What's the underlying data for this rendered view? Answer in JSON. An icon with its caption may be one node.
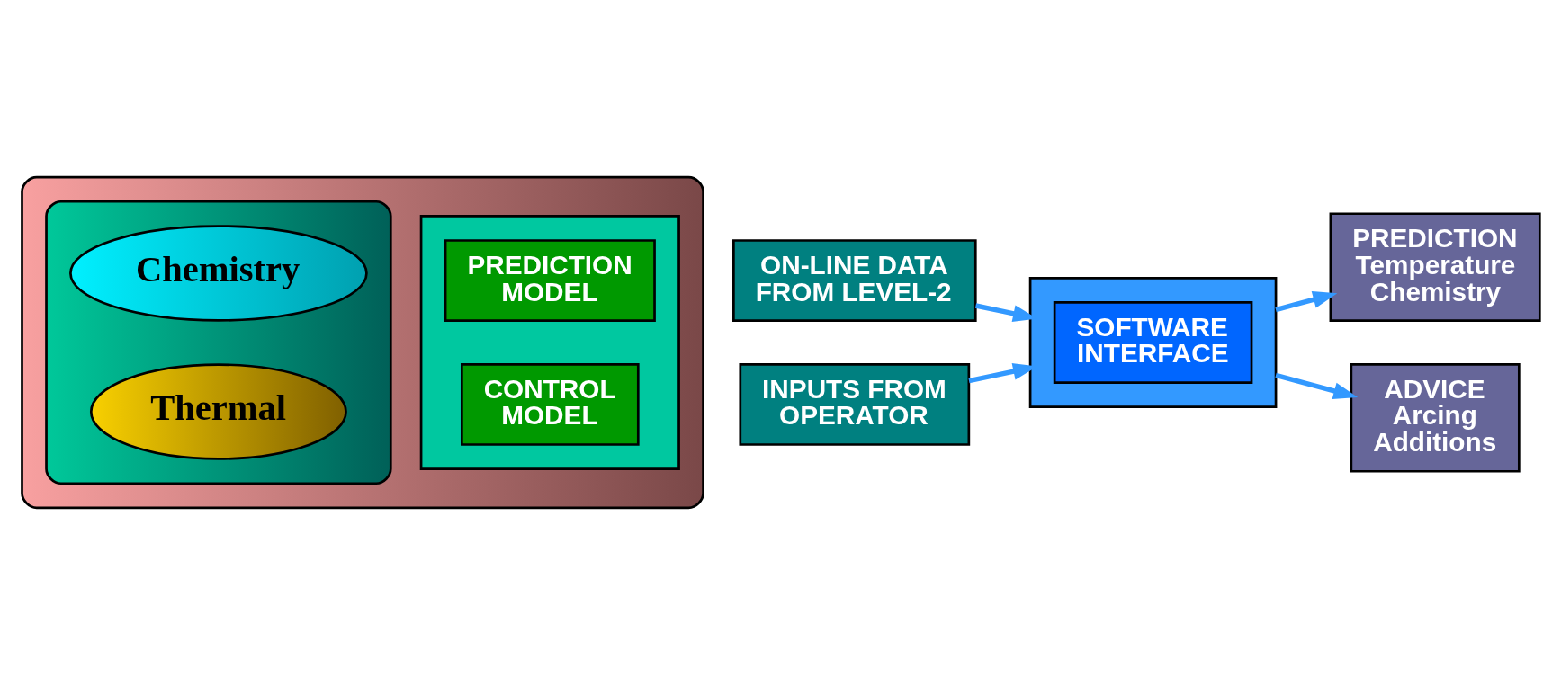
{
  "diagram": {
    "nodes": [
      {
        "text": [],
        "shape": "arrow"
      },
      {
        "text": [],
        "shape": "pentagon",
        "in": 0
      },
      {
        "text": [
          "Chemistry"
        ],
        "in": 1
      },
      {
        "text": [
          "Thermal"
        ],
        "in": 1
      },
      {
        "text": [],
        "shape": "box",
        "in": 0
      },
      {
        "text": [
          "PREDICTION MODEL"
        ],
        "in": 4
      },
      {
        "text": [
          "CONTROL MODEL"
        ],
        "in": 4
      },
      {
        "text": [
          "ON-LINE DATA FROM LEVEL-2"
        ]
      },
      {
        "text": [],
        "shape": "box"
      },
      {
        "text": [
          "SOFTWARE INTERFACE"
        ],
        "in": 8
      },
      {
        "text": [
          "INPUTS FROM OPERATOR"
        ]
      },
      {
        "text": [
          "PREDICTION",
          "Temperature Chemistry"
        ]
      },
      {
        "text": [
          "ADVICE",
          "Arcing Additions"
        ]
      }
    ],
    "edges": [
      {
        "from": 7,
        "to": 8,
        "arrow": "to"
      },
      {
        "from": 10,
        "to": 8,
        "arrow": "to"
      },
      {
        "from": 8,
        "to": 11,
        "arrow": "to"
      },
      {
        "from": 8,
        "to": 12,
        "arrow": "to"
      }
    ]
  }
}
